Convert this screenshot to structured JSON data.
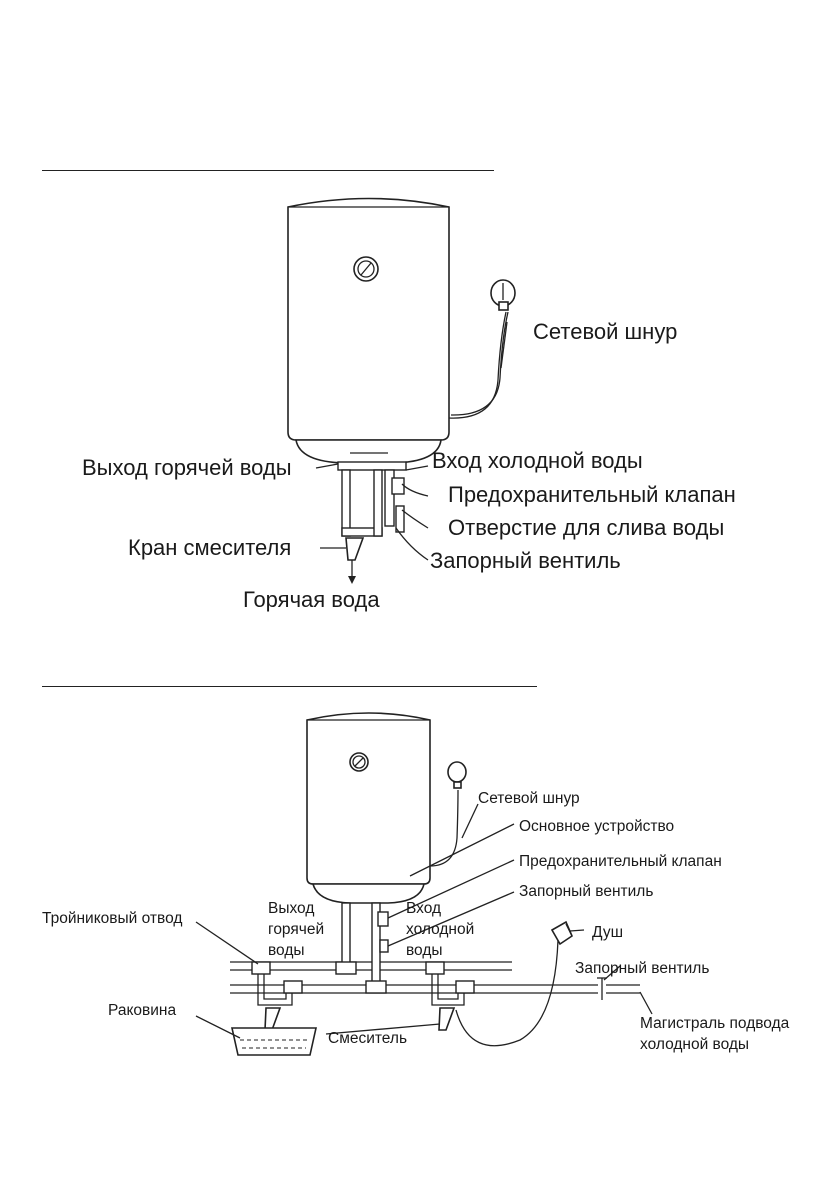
{
  "figure1": {
    "labels": {
      "power_cord": "Сетевой шнур",
      "hot_outlet": "Выход горячей воды",
      "cold_inlet": "Вход холодной воды",
      "safety_valve": "Предохранительный клапан",
      "drain_hole": "Отверстие для слива воды",
      "mixer_tap": "Кран смесителя",
      "shutoff_valve": "Запорный вентиль",
      "hot_water": "Горячая вода"
    }
  },
  "figure2": {
    "labels": {
      "power_cord": "Сетевой шнур",
      "main_unit": "Основное устройство",
      "safety_valve": "Предохранительный клапан",
      "shutoff_valve_top": "Запорный вентиль",
      "tee_branch": "Тройниковый отвод",
      "hot_outlet_1": "Выход",
      "hot_outlet_2": "горячей",
      "hot_outlet_3": "воды",
      "cold_inlet_1": "Вход",
      "cold_inlet_2": "холодной",
      "cold_inlet_3": "воды",
      "shower": "Душ",
      "shutoff_valve_main": "Запорный вентиль",
      "sink": "Раковина",
      "mixer": "Смеситель",
      "mains_1": "Магистраль подвода",
      "mains_2": "холодной воды"
    }
  }
}
